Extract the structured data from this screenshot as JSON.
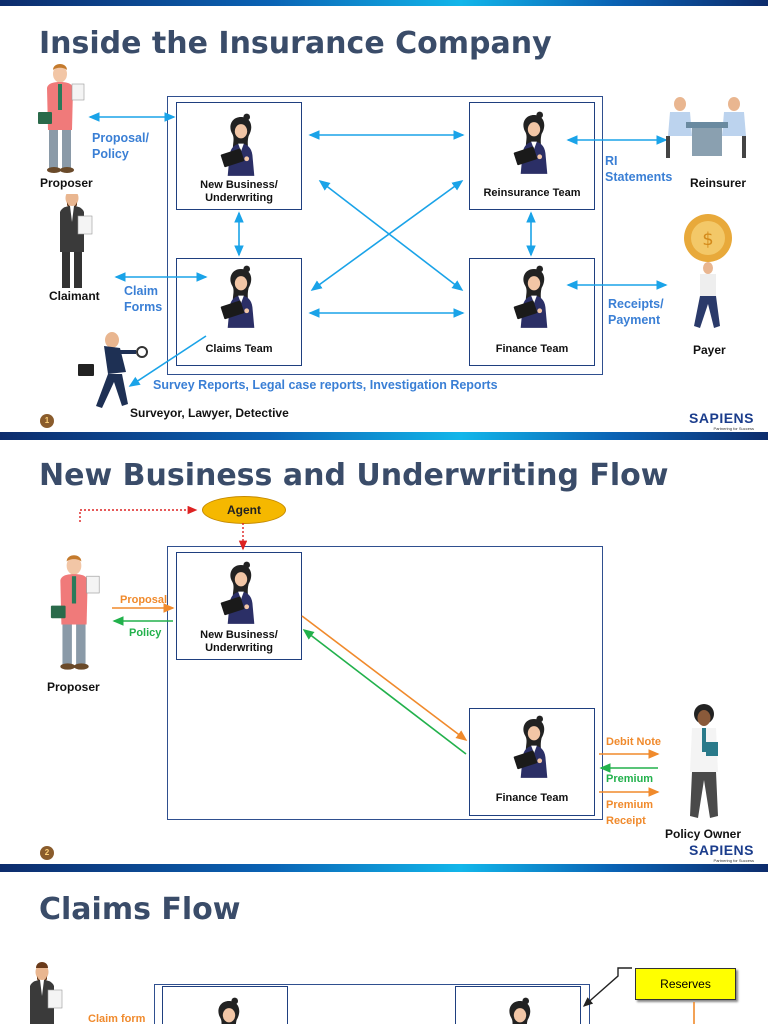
{
  "slide1": {
    "title": "Inside the Insurance Company",
    "boxes": {
      "new_business": "New Business/\nUnderwriting",
      "reinsurance": "Reinsurance Team",
      "claims": "Claims Team",
      "finance": "Finance Team"
    },
    "actors": {
      "proposer": "Proposer",
      "claimant": "Claimant",
      "surveyor": "Surveyor, Lawyer, Detective",
      "reinsurer": "Reinsurer",
      "payer": "Payer"
    },
    "flows": {
      "proposal_policy": "Proposal/\nPolicy",
      "claim_forms": "Claim\nForms",
      "ri_statements": "RI\nStatements",
      "receipts_payment": "Receipts/\nPayment",
      "reports": "Survey Reports, Legal case reports, Investigation Reports"
    },
    "page_number": "1",
    "logo": "SAPIENS",
    "logo_tagline": "Partnering for Success"
  },
  "slide2": {
    "title": "New Business and Underwriting Flow",
    "agent": "Agent",
    "boxes": {
      "new_business": "New Business/\nUnderwriting",
      "finance": "Finance Team"
    },
    "actors": {
      "proposer": "Proposer",
      "policy_owner": "Policy Owner"
    },
    "flows": {
      "proposal": "Proposal",
      "policy": "Policy",
      "debit_note": "Debit Note",
      "premium": "Premium",
      "premium_receipt": "Premium\nReceipt"
    },
    "page_number": "2",
    "logo": "SAPIENS",
    "logo_tagline": "Partnering for Success"
  },
  "slide3": {
    "title": "Claims Flow",
    "reserves": "Reserves",
    "flows": {
      "claim_form": "Claim form"
    }
  },
  "colors": {
    "blue_arrow": "#1aa3e8",
    "orange_arrow": "#f08a2c",
    "green_arrow": "#22b14c",
    "agent_fill": "#f5b800",
    "reserves_fill": "#ffff00",
    "title_color": "#3a4c69"
  }
}
